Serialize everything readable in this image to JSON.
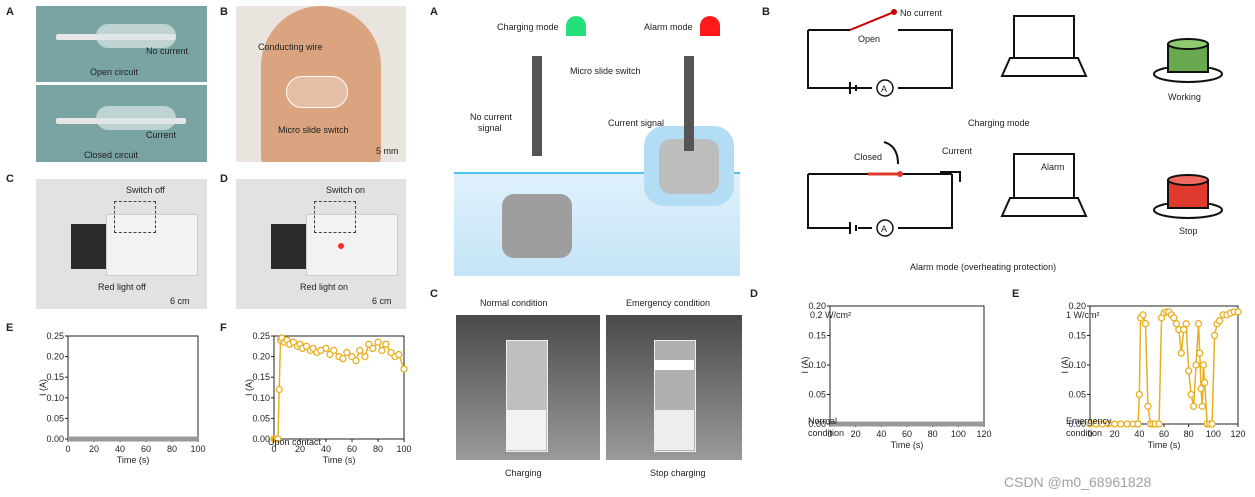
{
  "left_figure": {
    "labels": [
      "A",
      "B",
      "C",
      "D",
      "E",
      "F"
    ],
    "a": {
      "no_current": "No current",
      "open_circuit": "Open circuit",
      "current": "Current",
      "closed_circuit": "Closed circuit"
    },
    "b": {
      "conducting_wire": "Conducting wire",
      "micro_slide_switch": "Micro slide switch",
      "scale": "5 mm"
    },
    "c": {
      "switch": "Switch off",
      "light": "Red light off",
      "scale": "6 cm"
    },
    "d": {
      "switch": "Switch on",
      "light": "Red light on",
      "scale": "6 cm"
    }
  },
  "middle_figure": {
    "label_a": "A",
    "charging_mode": "Charging mode",
    "alarm_mode": "Alarm mode",
    "micro_slide_switch": "Micro slide switch",
    "no_current_signal_1": "No current",
    "no_current_signal_2": "signal",
    "current_signal": "Current signal",
    "label_c": "C",
    "normal_condition": "Normal condition",
    "emergency_condition": "Emergency condition",
    "charging": "Charging",
    "stop_charging": "Stop charging"
  },
  "right_figure": {
    "label_b": "B",
    "no_current": "No current",
    "open": "Open",
    "working": "Working",
    "charging_mode": "Charging mode",
    "closed": "Closed",
    "current": "Current",
    "alarm": "Alarm",
    "stop": "Stop",
    "alarm_mode": "Alarm mode (overheating protection)",
    "meter": "A",
    "colors": {
      "green": "#6aa84f",
      "red": "#e03a2f",
      "accent": "#e8b020"
    }
  },
  "watermark": "CSDN @m0_68961828",
  "chart_data": [
    {
      "id": "E_left",
      "panel": "E",
      "type": "line",
      "xlabel": "Time (s)",
      "ylabel": "I (A)",
      "xlim": [
        0,
        100
      ],
      "ylim": [
        0,
        0.25
      ],
      "xticks": [
        "0",
        "20",
        "40",
        "60",
        "80",
        "100"
      ],
      "yticks": [
        "0.00",
        "0.05",
        "0.10",
        "0.15",
        "0.20",
        "0.25"
      ],
      "series": [
        {
          "x": [
            0,
            100
          ],
          "y": [
            0,
            0
          ],
          "color": "#999999"
        }
      ]
    },
    {
      "id": "F_left",
      "panel": "F",
      "type": "scatter",
      "xlabel": "Time (s)",
      "ylabel": "I (A)",
      "xlim": [
        0,
        100
      ],
      "ylim": [
        0,
        0.25
      ],
      "xticks": [
        "0",
        "20",
        "40",
        "60",
        "80",
        "100"
      ],
      "yticks": [
        "0.00",
        "0.05",
        "0.10",
        "0.15",
        "0.20",
        "0.25"
      ],
      "annotation": "Upon contact",
      "series": [
        {
          "color": "#e8b020",
          "x": [
            0,
            1,
            2,
            3,
            4,
            5,
            6,
            8,
            10,
            12,
            15,
            18,
            20,
            22,
            25,
            28,
            30,
            33,
            36,
            40,
            43,
            46,
            50,
            53,
            56,
            60,
            63,
            66,
            70,
            73,
            76,
            80,
            83,
            86,
            90,
            93,
            96,
            100
          ],
          "y": [
            0,
            0,
            0,
            0,
            0.12,
            0.24,
            0.245,
            0.235,
            0.24,
            0.23,
            0.235,
            0.225,
            0.23,
            0.22,
            0.225,
            0.215,
            0.22,
            0.21,
            0.215,
            0.22,
            0.205,
            0.215,
            0.2,
            0.195,
            0.21,
            0.2,
            0.19,
            0.215,
            0.2,
            0.23,
            0.22,
            0.235,
            0.215,
            0.23,
            0.21,
            0.2,
            0.205,
            0.17
          ]
        }
      ]
    },
    {
      "id": "D_right",
      "panel": "D",
      "type": "line",
      "xlabel": "Time (s)",
      "ylabel": "I (A)",
      "xlim": [
        0,
        120
      ],
      "ylim": [
        0,
        0.2
      ],
      "xticks": [
        "0",
        "20",
        "40",
        "60",
        "80",
        "100",
        "120"
      ],
      "yticks": [
        "0.00",
        "0.05",
        "0.10",
        "0.15",
        "0.20"
      ],
      "annotation_power": "0.2 W/cm²",
      "annotation_condition_1": "Normal",
      "annotation_condition_2": "condition",
      "series": [
        {
          "x": [
            0,
            120
          ],
          "y": [
            0,
            0
          ],
          "color": "#999999"
        }
      ]
    },
    {
      "id": "E_right",
      "panel": "E",
      "type": "scatter",
      "xlabel": "Time (s)",
      "ylabel": "I (A)",
      "xlim": [
        0,
        120
      ],
      "ylim": [
        0,
        0.2
      ],
      "xticks": [
        "0",
        "20",
        "40",
        "60",
        "80",
        "100",
        "120"
      ],
      "yticks": [
        "0.00",
        "0.05",
        "0.10",
        "0.15",
        "0.20"
      ],
      "annotation_power": "1 W/cm²",
      "annotation_condition_1": "Emergency",
      "annotation_condition_2": "condition",
      "series": [
        {
          "color": "#e8b020",
          "x": [
            0,
            5,
            10,
            15,
            20,
            25,
            30,
            35,
            39,
            40,
            41,
            43,
            45,
            47,
            49,
            51,
            53,
            56,
            58,
            60,
            62,
            64,
            66,
            68,
            70,
            72,
            74,
            76,
            78,
            80,
            82,
            84,
            86,
            88,
            89,
            90,
            91,
            92,
            93,
            95,
            97,
            99,
            101,
            103,
            105,
            108,
            111,
            114,
            117,
            120
          ],
          "y": [
            0,
            0,
            0,
            0,
            0,
            0,
            0,
            0,
            0,
            0.05,
            0.18,
            0.185,
            0.17,
            0.03,
            0,
            0,
            0,
            0,
            0.18,
            0.188,
            0.19,
            0.19,
            0.185,
            0.18,
            0.17,
            0.16,
            0.12,
            0.16,
            0.17,
            0.09,
            0.05,
            0.03,
            0.1,
            0.17,
            0.12,
            0.06,
            0.03,
            0.1,
            0.07,
            0,
            0,
            0,
            0.15,
            0.17,
            0.175,
            0.185,
            0.185,
            0.188,
            0.19,
            0.19
          ]
        }
      ]
    }
  ]
}
